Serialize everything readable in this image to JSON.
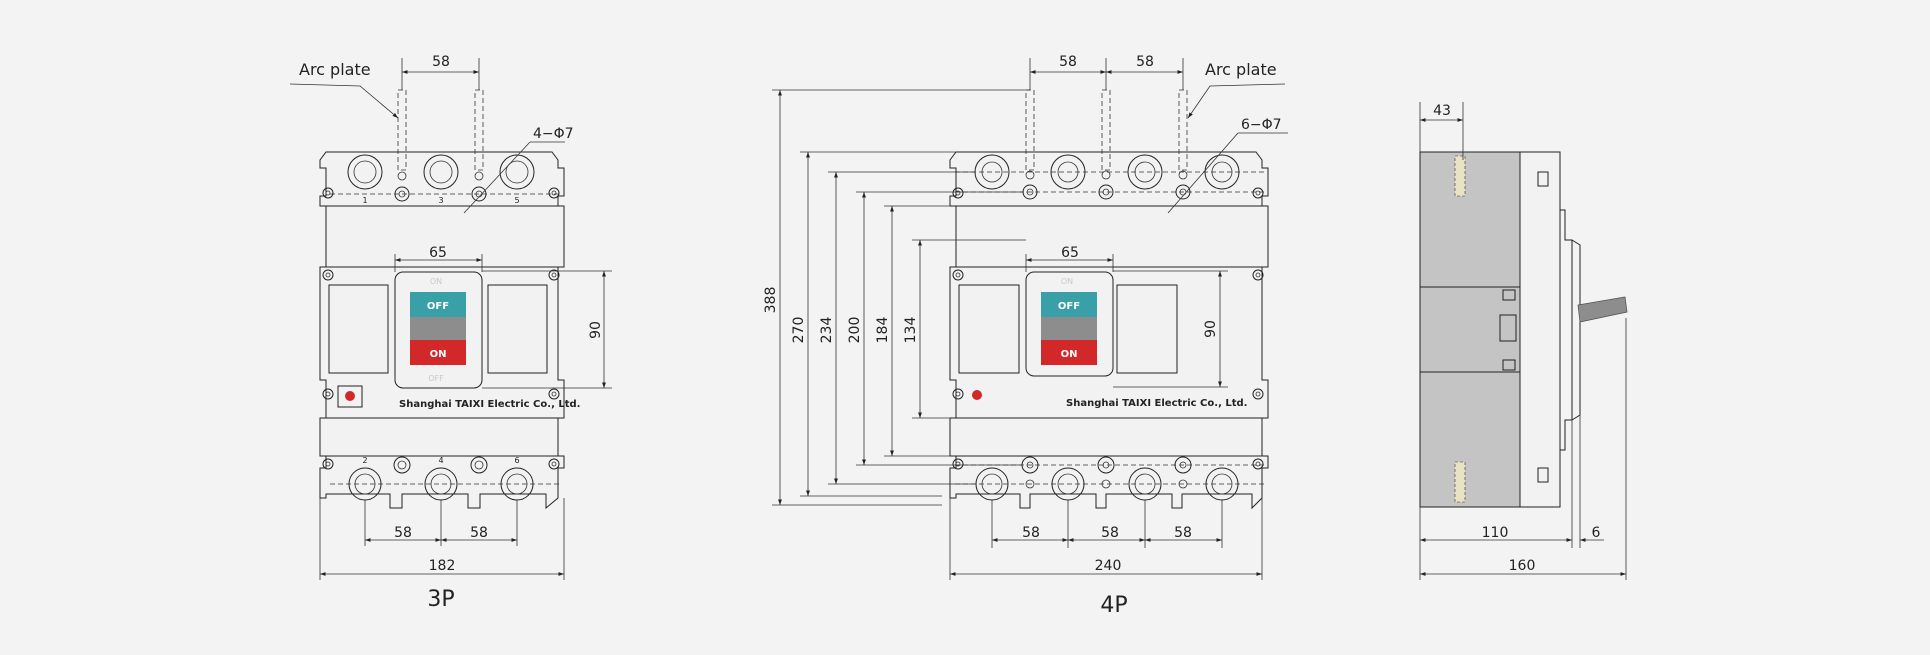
{
  "view_3p": {
    "title": "3P",
    "arc_plate": "Arc plate",
    "hole_spec": "4−Φ7",
    "pitch_top": "58",
    "pitch_bottom_1": "58",
    "pitch_bottom_2": "58",
    "width": "182",
    "handle_width": "65",
    "handle_height": "90",
    "terminals_top": [
      "1",
      "3",
      "5"
    ],
    "terminals_bottom": [
      "2",
      "4",
      "6"
    ],
    "handle": {
      "on_top": "ON",
      "off": "OFF",
      "on": "ON",
      "off_bottom": "OFF"
    },
    "brand": "Shanghai TAIXI Electric Co., Ltd."
  },
  "view_4p": {
    "title": "4P",
    "arc_plate": "Arc plate",
    "hole_spec": "6−Φ7",
    "pitch_top_1": "58",
    "pitch_top_2": "58",
    "pitch_bottom": [
      "58",
      "58",
      "58"
    ],
    "width": "240",
    "handle_width": "65",
    "handle_height": "90",
    "heights": [
      "388",
      "270",
      "234",
      "200",
      "184",
      "134"
    ],
    "handle": {
      "on_top": "ON",
      "off": "OFF",
      "on": "ON"
    },
    "brand": "Shanghai TAIXI Electric Co., Ltd."
  },
  "view_side": {
    "depth_top": "43",
    "depth_body": "110",
    "offset": "6",
    "depth_total": "160"
  },
  "colors": {
    "off_button": "#3aa0a8",
    "on_button": "#d2282a",
    "handle_mid": "#8d8d8d",
    "side_body": "#c4c4c4",
    "indicator": "#d2282a"
  }
}
